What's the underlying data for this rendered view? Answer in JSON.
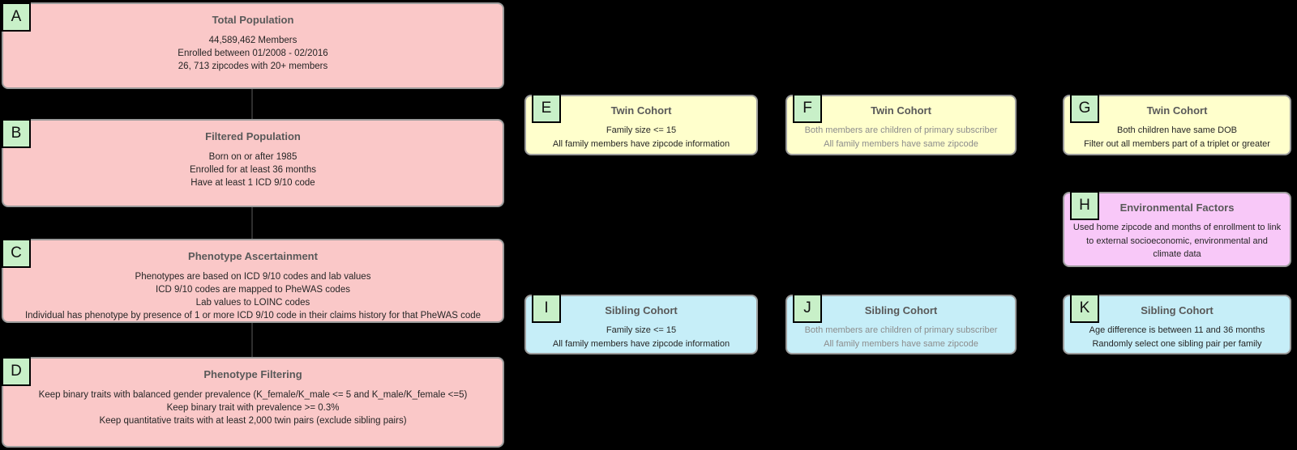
{
  "diagram": {
    "background": "#000000",
    "palette": {
      "population_fill": "#fac8c8",
      "twin_fill": "#ffffcc",
      "sibling_fill": "#c6eef8",
      "environment_fill": "#f8c8f8",
      "letter_badge_fill": "#c8f0c8",
      "box_border": "#9c9c9c",
      "badge_border": "#000000",
      "title_text": "#595959",
      "body_text": "#262626",
      "dim_body_text": "#8c8c8c"
    }
  },
  "nodes": [
    {
      "id": "A",
      "title": "Total Population",
      "lines": [
        "44,589,462 Members",
        "Enrolled between 01/2008 - 02/2016",
        "26, 713 zipcodes with 20+ members"
      ]
    },
    {
      "id": "B",
      "title": "Filtered Population",
      "lines": [
        "Born on or after 1985",
        "Enrolled for at least 36 months",
        "Have at least 1 ICD 9/10 code"
      ]
    },
    {
      "id": "C",
      "title": "Phenotype Ascertainment",
      "lines": [
        "Phenotypes are based on ICD 9/10 codes and lab values",
        "ICD 9/10 codes are mapped to PheWAS codes",
        "Lab values to LOINC codes",
        "Individual has phenotype by presence of 1 or more ICD 9/10 code in their claims history for that PheWAS code"
      ]
    },
    {
      "id": "D",
      "title": "Phenotype Filtering",
      "lines": [
        "Keep binary traits with balanced gender prevalence (K_female/K_male <= 5 and K_male/K_female <=5)",
        "Keep binary trait with prevalence >= 0.3%",
        "Keep quantitative traits with at least 2,000 twin pairs (exclude sibling pairs)"
      ]
    },
    {
      "id": "E",
      "title": "Twin Cohort",
      "lines": [
        "Family size <= 15",
        "All family members have zipcode information"
      ]
    },
    {
      "id": "F",
      "title": "Twin Cohort",
      "lines": [
        "Both members are children of primary subscriber",
        "All family members have same zipcode"
      ]
    },
    {
      "id": "G",
      "title": "Twin Cohort",
      "lines": [
        "Both children have same DOB",
        "Filter out all members part of a triplet or greater"
      ]
    },
    {
      "id": "H",
      "title": "Environmental Factors",
      "lines": [
        "Used home zipcode and months of enrollment to link to external socioeconomic, environmental and climate data"
      ]
    },
    {
      "id": "I",
      "title": "Sibling Cohort",
      "lines": [
        "Family size <= 15",
        "All family members have zipcode information"
      ]
    },
    {
      "id": "J",
      "title": "Sibling Cohort",
      "lines": [
        "Both members are children of primary subscriber",
        "All family members have same zipcode"
      ]
    },
    {
      "id": "K",
      "title": "Sibling Cohort",
      "lines": [
        "Age difference is between 11 and 36 months",
        "Randomly select one sibling pair per family"
      ]
    }
  ]
}
